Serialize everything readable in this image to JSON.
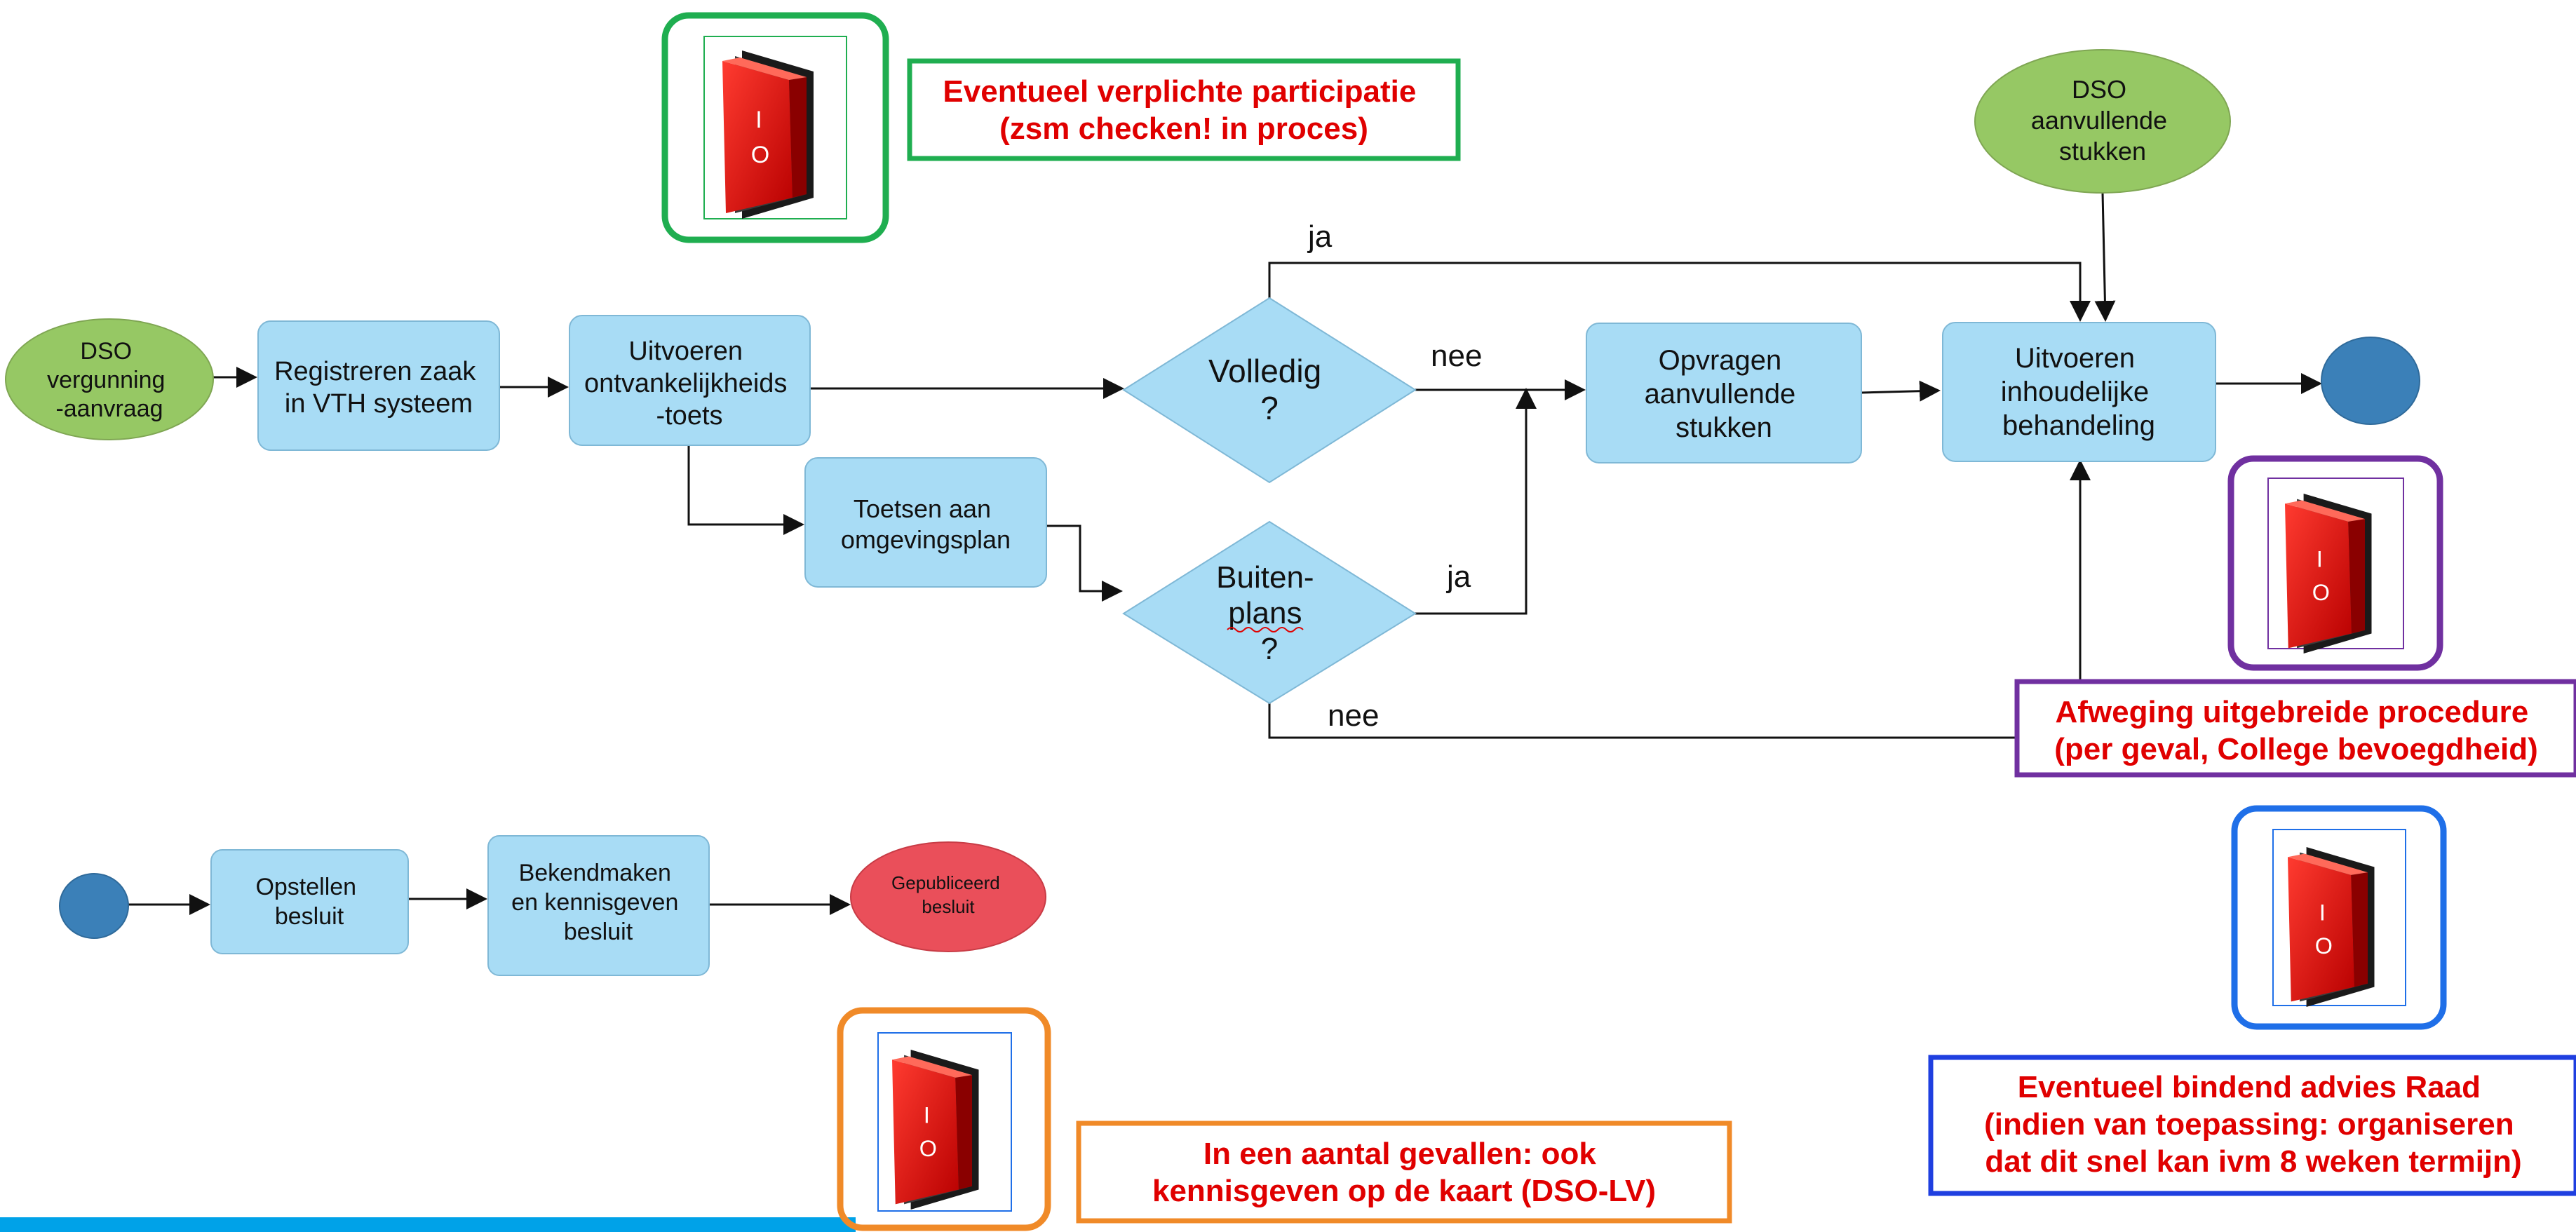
{
  "colors": {
    "process_fill": "#a8dcf5",
    "process_stroke": "#7fb8d6",
    "start_fill": "#96c864",
    "end_fill": "#3b80b8",
    "published_fill": "#ea4f5a",
    "diamond_fill": "#a8dcf5",
    "annotation_text": "#e00000",
    "green_frame": "#1fae50",
    "purple_frame": "#7030a0",
    "blue_frame": "#1f6fe8",
    "orange_frame": "#f08a28",
    "bottom_bar": "#00a2e8"
  },
  "nodes": {
    "dso_vergunning": [
      "DSO",
      "vergunning",
      "-aanvraag"
    ],
    "registreren": [
      "Registreren zaak",
      "in VTH systeem"
    ],
    "uitvoeren_ontvankelijkheid": [
      "Uitvoeren",
      "ontvankelijkheids",
      "-toets"
    ],
    "toetsen": [
      "Toetsen aan",
      "omgevingsplan"
    ],
    "volledig": [
      "Volledig",
      "?"
    ],
    "buitenplans": [
      "Buiten-",
      "plans",
      "?"
    ],
    "opvragen": [
      "Opvragen",
      "aanvullende",
      "stukken"
    ],
    "dso_aanvullende": [
      "DSO",
      "aanvullende",
      "stukken"
    ],
    "uitvoeren_inhoudelijke": [
      "Uitvoeren",
      "inhoudelijke",
      "behandeling"
    ],
    "opstellen": [
      "Opstellen",
      "besluit"
    ],
    "bekendmaken": [
      "Bekendmaken",
      "en kennisgeven",
      "besluit"
    ],
    "gepubliceerd": [
      "Gepubliceerd",
      "besluit"
    ]
  },
  "edge_labels": {
    "ja_top": "ja",
    "nee_right": "nee",
    "ja_bottom": "ja",
    "nee_bottom": "nee"
  },
  "annotations": {
    "participatie": [
      "Eventueel verplichte participatie",
      "(zsm checken! in proces)"
    ],
    "afweging": [
      "Afweging uitgebreide procedure",
      "(per geval, College bevoegdheid)"
    ],
    "bindend": [
      "Eventueel bindend advies Raad",
      "(indien van toepassing: organiseren",
      "dat dit snel kan ivm 8 weken termijn)"
    ],
    "kaart": [
      "In een aantal gevallen: ook",
      "kennisgeven op de kaart (DSO-LV)"
    ]
  },
  "switch_glyphs": {
    "on": "I",
    "off": "O"
  },
  "icons": [
    "power-switch-icon"
  ]
}
